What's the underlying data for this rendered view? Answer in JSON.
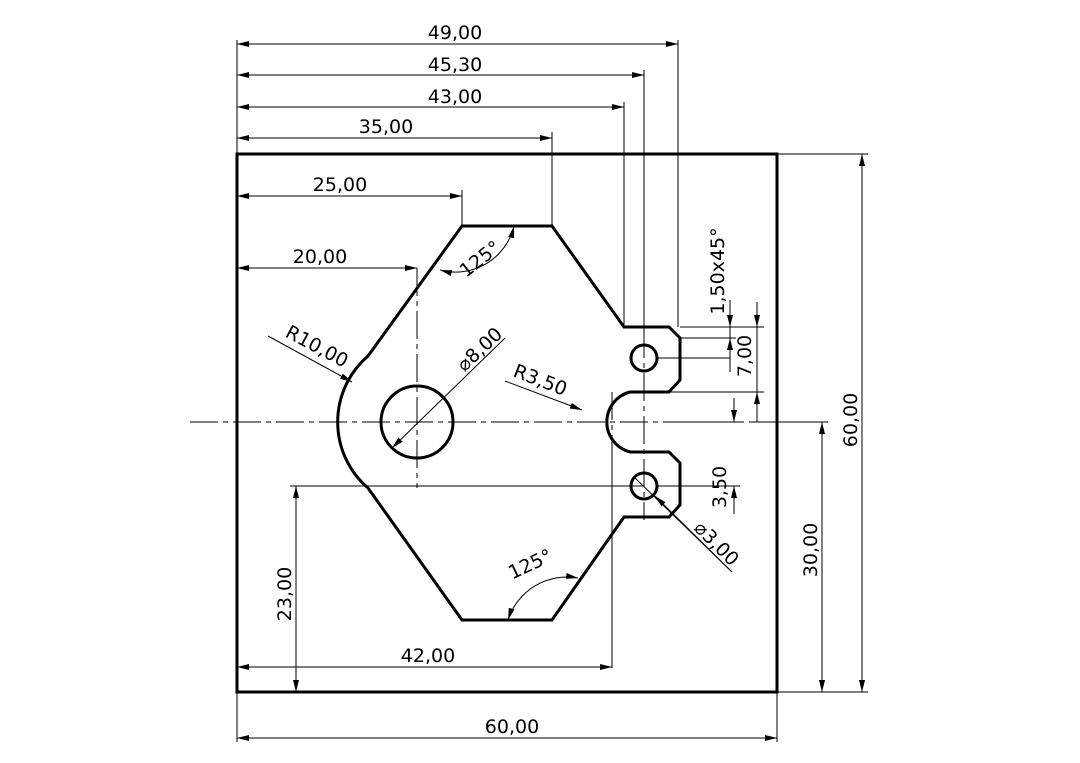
{
  "dimensions": {
    "d49": "49,00",
    "d4530": "45,30",
    "d43": "43,00",
    "d35": "35,00",
    "d25": "25,00",
    "d20": "20,00",
    "chamfer": "1,50x45°",
    "angle_top": "125°",
    "angle_bottom": "125°",
    "r10": "R10,00",
    "dia8": "⌀8,00",
    "r35": "R3,50",
    "h7": "7,00",
    "h35": "3,50",
    "dia3": "⌀3,00",
    "v23": "23,00",
    "h42": "42,00",
    "v30": "30,00",
    "v60": "60,00",
    "h60": "60,00"
  }
}
